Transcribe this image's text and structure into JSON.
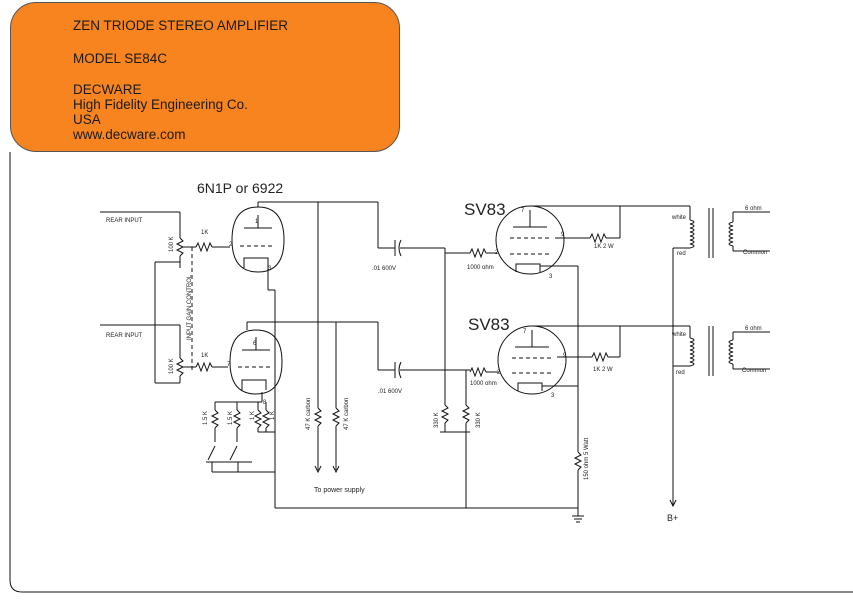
{
  "title_block": {
    "line1": "ZEN TRIODE STEREO AMPLIFIER",
    "line2": "MODEL SE84C",
    "line3": "DECWARE",
    "line4": "High Fidelity Engineering Co.",
    "line5": "USA",
    "line6": "www.decware.com"
  },
  "labels": {
    "driver_tube": "6N1P or 6922",
    "output_tube_top": "SV83",
    "output_tube_bottom": "SV83",
    "rear_input_top": "REAR INPUT",
    "rear_input_bottom": "REAR INPUT",
    "pot_top": "100 K",
    "pot_bottom": "100 K",
    "input_gain_control": "INPUT GAIN CONTROL",
    "grid_res_top": "1K",
    "grid_res_bottom": "1K",
    "pin1": "1",
    "pin2": "2",
    "pin3": "3",
    "pin6": "6",
    "pin7": "7",
    "pin8": "8",
    "pin9": "9",
    "cap_top": ".01  600V",
    "cap_bottom": ".01  600V",
    "stopper_top": "1000 ohm",
    "stopper_bottom": "1000 ohm",
    "screen_res_top": "1K 2 W",
    "screen_res_bottom": "1K 2 W",
    "white_top": "white",
    "white_bottom": "white",
    "red_top": "red",
    "red_bottom": "red",
    "ohm6_top": "6 ohm",
    "ohm6_bottom": "6 ohm",
    "common_top": "Common",
    "common_bottom": "Common",
    "cathode_r1": "1.5 K",
    "cathode_r2": "1.5 K",
    "cathode_r3": "1 K",
    "cathode_r4": "1 K",
    "plate_load1": "47 K carbon",
    "plate_load2": "47 K carbon",
    "grid_leak1": "330 K",
    "grid_leak2": "330 K",
    "cathode_bias": "150 ohm 5 Watt",
    "power_supply": "To power supply",
    "bplus": "B+"
  }
}
